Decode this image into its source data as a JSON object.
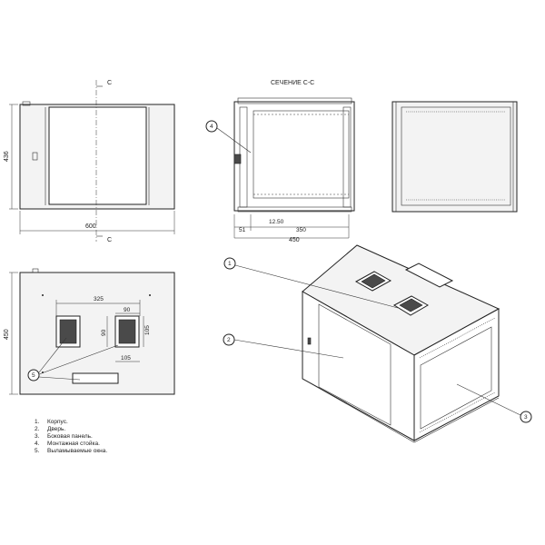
{
  "section_title": "СЕЧЕНИЕ С-С",
  "section_marks": [
    "C",
    "C"
  ],
  "front_view": {
    "width_label": "600",
    "height_label": "436"
  },
  "section_view": {
    "labels": [
      "51",
      "12.50",
      "350",
      "450"
    ]
  },
  "top_view": {
    "labels": [
      "325",
      "90",
      "90",
      "105",
      "105",
      "450"
    ]
  },
  "callouts": [
    "1",
    "2",
    "3",
    "4",
    "5"
  ],
  "legend": [
    {
      "num": "1.",
      "text": "Корпус."
    },
    {
      "num": "2.",
      "text": "Дверь."
    },
    {
      "num": "3.",
      "text": "Боковая панель."
    },
    {
      "num": "4.",
      "text": "Монтажная стойка."
    },
    {
      "num": "5.",
      "text": "Выламываемые окна."
    }
  ]
}
